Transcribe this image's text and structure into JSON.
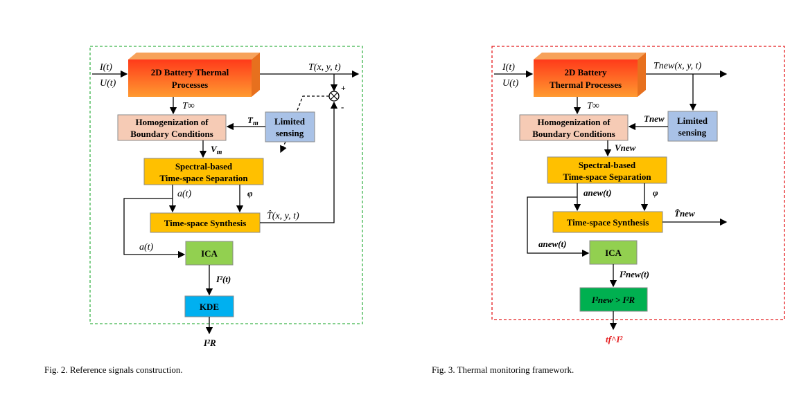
{
  "fig2": {
    "caption": "Fig. 2.  Reference signals construction.",
    "inputs": {
      "current": "I(t)",
      "voltage": "U(t)"
    },
    "boxes": {
      "battery": [
        "2D Battery Thermal",
        "Processes"
      ],
      "homog": [
        "Homogenization of",
        "Boundary Conditions"
      ],
      "sensing": [
        "Limited",
        "sensing"
      ],
      "spectral": [
        "Spectral-based",
        "Time-space Separation"
      ],
      "synthesis": "Time-space Synthesis",
      "ica": "ICA",
      "kde": "KDE"
    },
    "signals": {
      "output": "T(x, y, t)",
      "t_inf": "T∞",
      "t_m": "T",
      "t_m_sub": "m",
      "v_m": "V",
      "v_m_sub": "m",
      "a_t": "a(t)",
      "phi": "φ",
      "t_hat": "T̂(x, y, t)",
      "a_t_feedback": "a(t)",
      "i2": "I²(t)",
      "i2r": "I²R",
      "plus": "+",
      "minus": "-"
    },
    "colors": {
      "border": "#3cb44b",
      "arrow": "#000000"
    }
  },
  "fig3": {
    "caption": "Fig. 3.  Thermal monitoring framework.",
    "inputs": {
      "current": "I(t)",
      "voltage": "U(t)"
    },
    "boxes": {
      "battery": [
        "2D Battery",
        "Thermal Processes"
      ],
      "homog": [
        "Homogenization of",
        "Boundary Conditions"
      ],
      "sensing": [
        "Limited",
        "sensing"
      ],
      "spectral": [
        "Spectral-based",
        "Time-space Separation"
      ],
      "synthesis": "Time-space Synthesis",
      "ica": "ICA",
      "compare": "I²new > I²R"
    },
    "signals": {
      "output": "Tnew(x, y, t)",
      "t_inf": "T∞",
      "t_new": "Tnew",
      "v_new": "Vnew",
      "a_new": "anew(t)",
      "phi": "φ",
      "t_hat_new": "T̂new",
      "a_new_feedback": "anew(t)",
      "i2new": "I²new(t)",
      "tf": "tf^I²"
    },
    "colors": {
      "border": "#e41a1c",
      "tf_color": "#e41a1c"
    }
  },
  "colors": {
    "battery_top": "#f7a25a",
    "battery_front": "#f06a1c",
    "homog": "#f6cbb5",
    "sensing": "#a9c2e7",
    "spectral": "#ffc000",
    "ica": "#92d050",
    "kde": "#00b0f0",
    "compare": "#00b050"
  }
}
